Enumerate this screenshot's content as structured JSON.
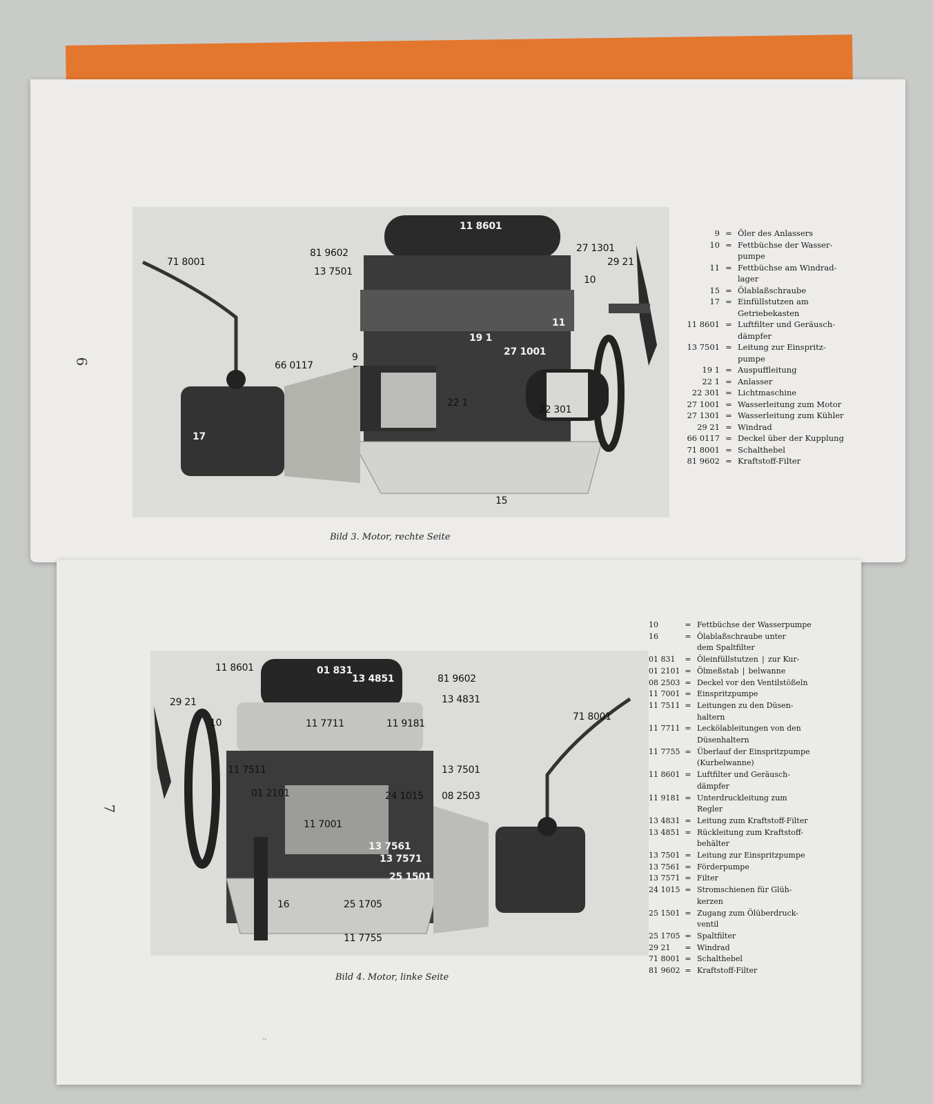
{
  "page_numbers": {
    "top": "6",
    "bottom": "7"
  },
  "figure3": {
    "caption": "Bild 3.  Motor, rechte Seite",
    "callouts": {
      "c718001": "71 8001",
      "c819602": "81 9602",
      "c137501": "13 7501",
      "c118601": "11 8601",
      "c271301": "27 1301",
      "c2921": "29 21",
      "c10": "10",
      "c11": "11",
      "c191": "19 1",
      "c271001": "27 1001",
      "c660117": "66 0117",
      "c9": "9",
      "c221": "22 1",
      "c22301": "22 301",
      "c17": "17",
      "c15": "15"
    },
    "legend": [
      {
        "code": "9",
        "desc": "Öler des Anlassers"
      },
      {
        "code": "10",
        "desc": "Fettbüchse der Wasser-"
      },
      {
        "code": "",
        "desc": "pumpe"
      },
      {
        "code": "11",
        "desc": "Fettbüchse am Windrad-"
      },
      {
        "code": "",
        "desc": "lager"
      },
      {
        "code": "15",
        "desc": "Ölablaßschraube"
      },
      {
        "code": "17",
        "desc": "Einfüllstutzen am"
      },
      {
        "code": "",
        "desc": "Getriebekasten"
      },
      {
        "code": "11 8601",
        "desc": "Luftfilter und Geräusch-"
      },
      {
        "code": "",
        "desc": "dämpfer"
      },
      {
        "code": "13 7501",
        "desc": "Leitung zur Einspritz-"
      },
      {
        "code": "",
        "desc": "pumpe"
      },
      {
        "code": "19 1",
        "desc": "Auspuffleitung"
      },
      {
        "code": "22 1",
        "desc": "Anlasser"
      },
      {
        "code": "22 301",
        "desc": "Lichtmaschine"
      },
      {
        "code": "27 1001",
        "desc": "Wasserleitung zum Motor"
      },
      {
        "code": "27 1301",
        "desc": "Wasserleitung zum Kühler"
      },
      {
        "code": "29 21",
        "desc": "Windrad"
      },
      {
        "code": "66 0117",
        "desc": "Deckel über der Kupplung"
      },
      {
        "code": "71 8001",
        "desc": "Schalthebel"
      },
      {
        "code": "81 9602",
        "desc": "Kraftstoff-Filter"
      }
    ]
  },
  "figure4": {
    "caption": "Bild 4.  Motor, linke Seite",
    "callouts": {
      "c118601": "11 8601",
      "c01831": "01 831",
      "c134851": "13 4851",
      "c819602": "81 9602",
      "c134831": "13 4831",
      "c2921": "29 21",
      "c10": "10",
      "c117711": "11 7711",
      "c119181": "11 9181",
      "c117511": "11 7511",
      "c137501": "13 7501",
      "c012101": "01 2101",
      "c241015": "24 1015",
      "c082503": "08 2503",
      "c117001": "11 7001",
      "c137561": "13 7561",
      "c137571": "13 7571",
      "c251501": "25 1501",
      "c16": "16",
      "c251705": "25 1705",
      "c117755": "11 7755",
      "c718001": "71 8001"
    },
    "legend": [
      {
        "code": "10",
        "desc": "Fettbüchse der Wasserpumpe"
      },
      {
        "code": "16",
        "desc": "Ölablaßschraube unter"
      },
      {
        "code": "",
        "desc": "dem Spaltfilter"
      },
      {
        "code": "01 831",
        "desc": "Öleinfüllstutzen",
        "extra": "zur Kur-"
      },
      {
        "code": "01 2101",
        "desc": "Ölmeßstab",
        "extra": "belwanne"
      },
      {
        "code": "08 2503",
        "desc": "Deckel vor den Ventilstößeln"
      },
      {
        "code": "11 7001",
        "desc": "Einspritzpumpe"
      },
      {
        "code": "11 7511",
        "desc": "Leitungen zu den Düsen-"
      },
      {
        "code": "",
        "desc": "haltern"
      },
      {
        "code": "11 7711",
        "desc": "Leckölableitungen von den"
      },
      {
        "code": "",
        "desc": "Düsenhaltern"
      },
      {
        "code": "11 7755",
        "desc": "Überlauf der Einspritzpumpe"
      },
      {
        "code": "",
        "desc": "(Kurbelwanne)"
      },
      {
        "code": "11 8601",
        "desc": "Luftfilter und Geräusch-"
      },
      {
        "code": "",
        "desc": "dämpfer"
      },
      {
        "code": "11 9181",
        "desc": "Unterdruckleitung zum"
      },
      {
        "code": "",
        "desc": "Regler"
      },
      {
        "code": "13 4831",
        "desc": "Leitung zum Kraftstoff-Filter"
      },
      {
        "code": "13 4851",
        "desc": "Rückleitung zum Kraftstoff-"
      },
      {
        "code": "",
        "desc": "behälter"
      },
      {
        "code": "13 7501",
        "desc": "Leitung zur Einspritzpumpe"
      },
      {
        "code": "13 7561",
        "desc": "Förderpumpe"
      },
      {
        "code": "13 7571",
        "desc": "Filter"
      },
      {
        "code": "24 1015",
        "desc": "Stromschienen für Glüh-"
      },
      {
        "code": "",
        "desc": "kerzen"
      },
      {
        "code": "25 1501",
        "desc": "Zugang zum Ölüberdruck-"
      },
      {
        "code": "",
        "desc": "ventil"
      },
      {
        "code": "25 1705",
        "desc": "Spaltfilter"
      },
      {
        "code": "29 21",
        "desc": "Windrad"
      },
      {
        "code": "71 8001",
        "desc": "Schalthebel"
      },
      {
        "code": "81 9602",
        "desc": "Kraftstoff-Filter"
      }
    ]
  }
}
